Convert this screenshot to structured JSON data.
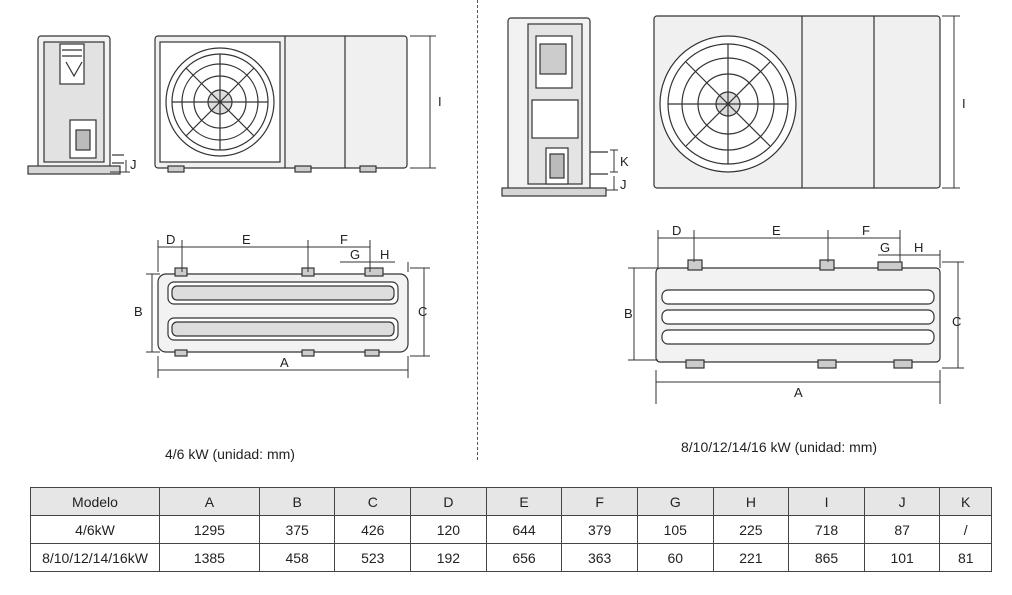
{
  "captions": {
    "left": "4/6 kW  (unidad: mm)",
    "right": "8/10/12/14/16 kW  (unidad: mm)"
  },
  "dimension_letters": [
    "A",
    "B",
    "C",
    "D",
    "E",
    "F",
    "G",
    "H",
    "I",
    "J",
    "K"
  ],
  "table": {
    "headers": [
      "Modelo",
      "A",
      "B",
      "C",
      "D",
      "E",
      "F",
      "G",
      "H",
      "I",
      "J",
      "K"
    ],
    "rows": [
      [
        "4/6kW",
        "1295",
        "375",
        "426",
        "120",
        "644",
        "379",
        "105",
        "225",
        "718",
        "87",
        "/"
      ],
      [
        "8/10/12/14/16kW",
        "1385",
        "458",
        "523",
        "192",
        "656",
        "363",
        "60",
        "221",
        "865",
        "101",
        "81"
      ]
    ]
  }
}
